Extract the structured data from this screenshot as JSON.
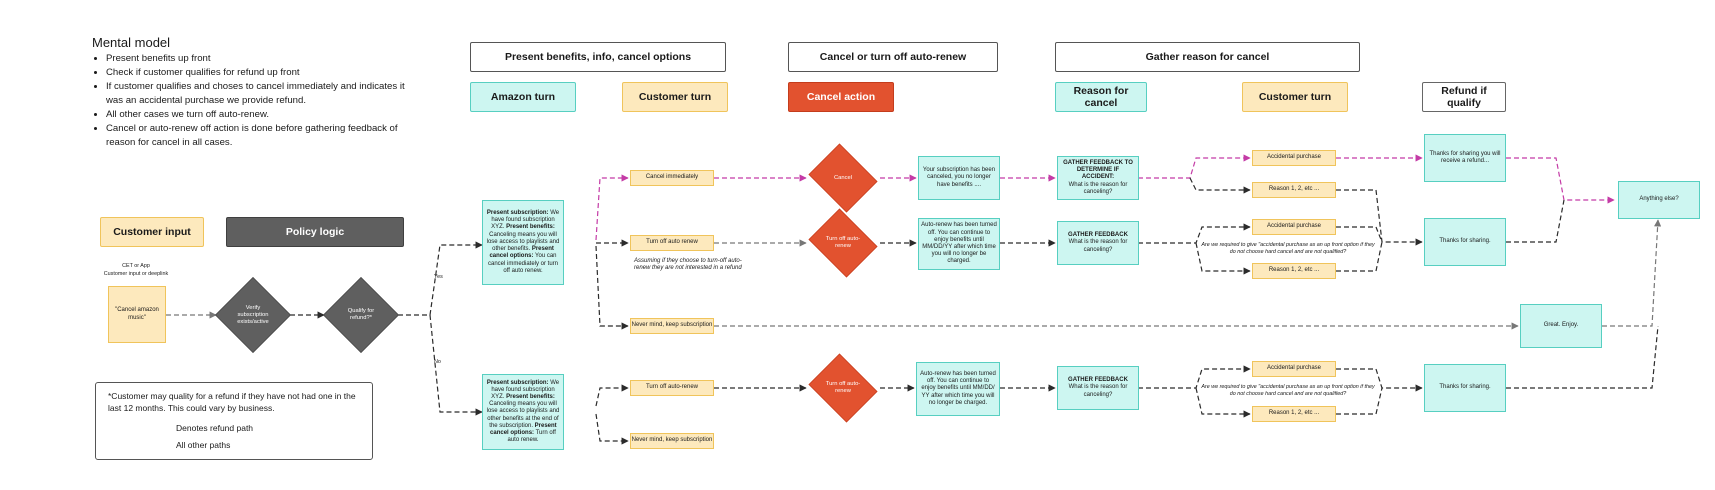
{
  "mental_model": {
    "title": "Mental model",
    "bullets": [
      "Present benefits up front",
      "Check if customer qualifies for refund up front",
      "If customer qualifies and choses to cancel immediately and indicates it was an accidental purchase we provide refund.",
      "All other cases we turn off auto-renew.",
      "Cancel or auto-renew off action is done before gathering feedback of reason for cancel in all cases."
    ]
  },
  "phases": {
    "present": "Present benefits, info, cancel options",
    "cancel": "Cancel or turn off auto-renew",
    "gather": "Gather reason for cancel"
  },
  "lanes": {
    "amazon_turn": "Amazon turn",
    "customer_turn_1": "Customer turn",
    "cancel_action": "Cancel action",
    "reason_for_cancel": "Reason for cancel",
    "customer_turn_2": "Customer turn",
    "refund_if_qualify": "Refund if qualify",
    "customer_input": "Customer input",
    "policy_logic": "Policy logic"
  },
  "policy": {
    "input_caption_1": "CET or App",
    "input_caption_2": "Customer input or deeplink",
    "input_box": "\"Cancel amazon music\"",
    "verify": "Verify subscription exists/active",
    "qualify": "Qualify for refund?*",
    "yes": "Yes",
    "no": "No"
  },
  "present_yes": {
    "l1b": "Present subscription:",
    "l1": " We have found subscription XYZ.",
    "l2b": "Present benefits:",
    "l2": " Canceling means you will lose access to playlists and other benefits.",
    "l3b": "Present cancel options:",
    "l3": " You can cancel immediately or turn off auto renew."
  },
  "present_no": {
    "l1b": "Present subscription:",
    "l1": " We have found subscription XYZ.",
    "l2b": "Present benefits:",
    "l2": " Canceling means you will lose access to playlists and other benefits at the end of the subscription.",
    "l3b": "Present cancel options:",
    "l3": " Turn off auto renew."
  },
  "choices": {
    "cancel_immediately": "Cancel immediately",
    "turn_off_auto_renew_1": "Turn off auto renew",
    "assume_note": "Assuming if they choose to turn-off auto-renew they are not interested in a refund",
    "never_mind_1": "Never mind, keep subscription",
    "turn_off_auto_renew_2": "Turn off auto-renew",
    "never_mind_2": "Never mind, keep subscription"
  },
  "actions": {
    "cancel": "Cancel",
    "turn_off_1": "Turn off auto-renew",
    "turn_off_2": "Turn off auto-renew"
  },
  "results": {
    "canceled": "Your subscription has been canceled, you no longer have benefits ....",
    "auto_renew_1": "Auto-renew has been turned off. You can continue to enjoy benefits until MM/DD/YY after which time you will no longer be charged.",
    "auto_renew_2": "Auto-renew has been turned off. You can continue to enjoy benefits until MM/DD/ YY after which time you will no longer be charged."
  },
  "feedback": {
    "accident_b": "GATHER FEEDBACK TO DETERMINE IF ACCIDENT:",
    "accident": "What is the reason for canceling?",
    "g2_b": "GATHER FEEDBACK",
    "g2": "What is the reason for canceling?",
    "g3_b": "GATHER FEEDBACK",
    "g3": "What is the reason for canceling?"
  },
  "reasons": {
    "accidental_1": "Accidental purchase",
    "reason_1": "Reason 1, 2, etc ...",
    "accidental_2": "Accidental purchase",
    "reason_2": "Reason 1, 2, etc ...",
    "accidental_3": "Accidental purchase",
    "reason_3": "Reason 1, 2, etc ...",
    "required_note_1": "Are we required to give \"accidental purchase as an up front option if they do not choose hard cancel and are not qualified?",
    "required_note_2": "Are we required to give \"accidental purchase as an up front option if they do not choose hard cancel and are not qualified?"
  },
  "outcomes": {
    "refund": "Thanks for sharing you will receive a refund...",
    "thanks_1": "Thanks for sharing.",
    "great": "Great. Enjoy.",
    "thanks_2": "Thanks for sharing.",
    "anything_else": "Anything else?"
  },
  "legend": {
    "note": "*Customer may quality for a refund if they have not had one in the last 12 months. This could vary by business.",
    "refund_path": "Denotes refund path",
    "other_paths": "All other paths"
  },
  "colors": {
    "cyan_fill": "#cdf6f1",
    "cyan_border": "#57cfc1",
    "yellow_fill": "#fde9bd",
    "yellow_border": "#f0c45b",
    "action_red": "#e2522f",
    "policy_gray": "#5f5f5f",
    "refund_path": "#c43ba6",
    "other_path": "#2b2b2b"
  }
}
